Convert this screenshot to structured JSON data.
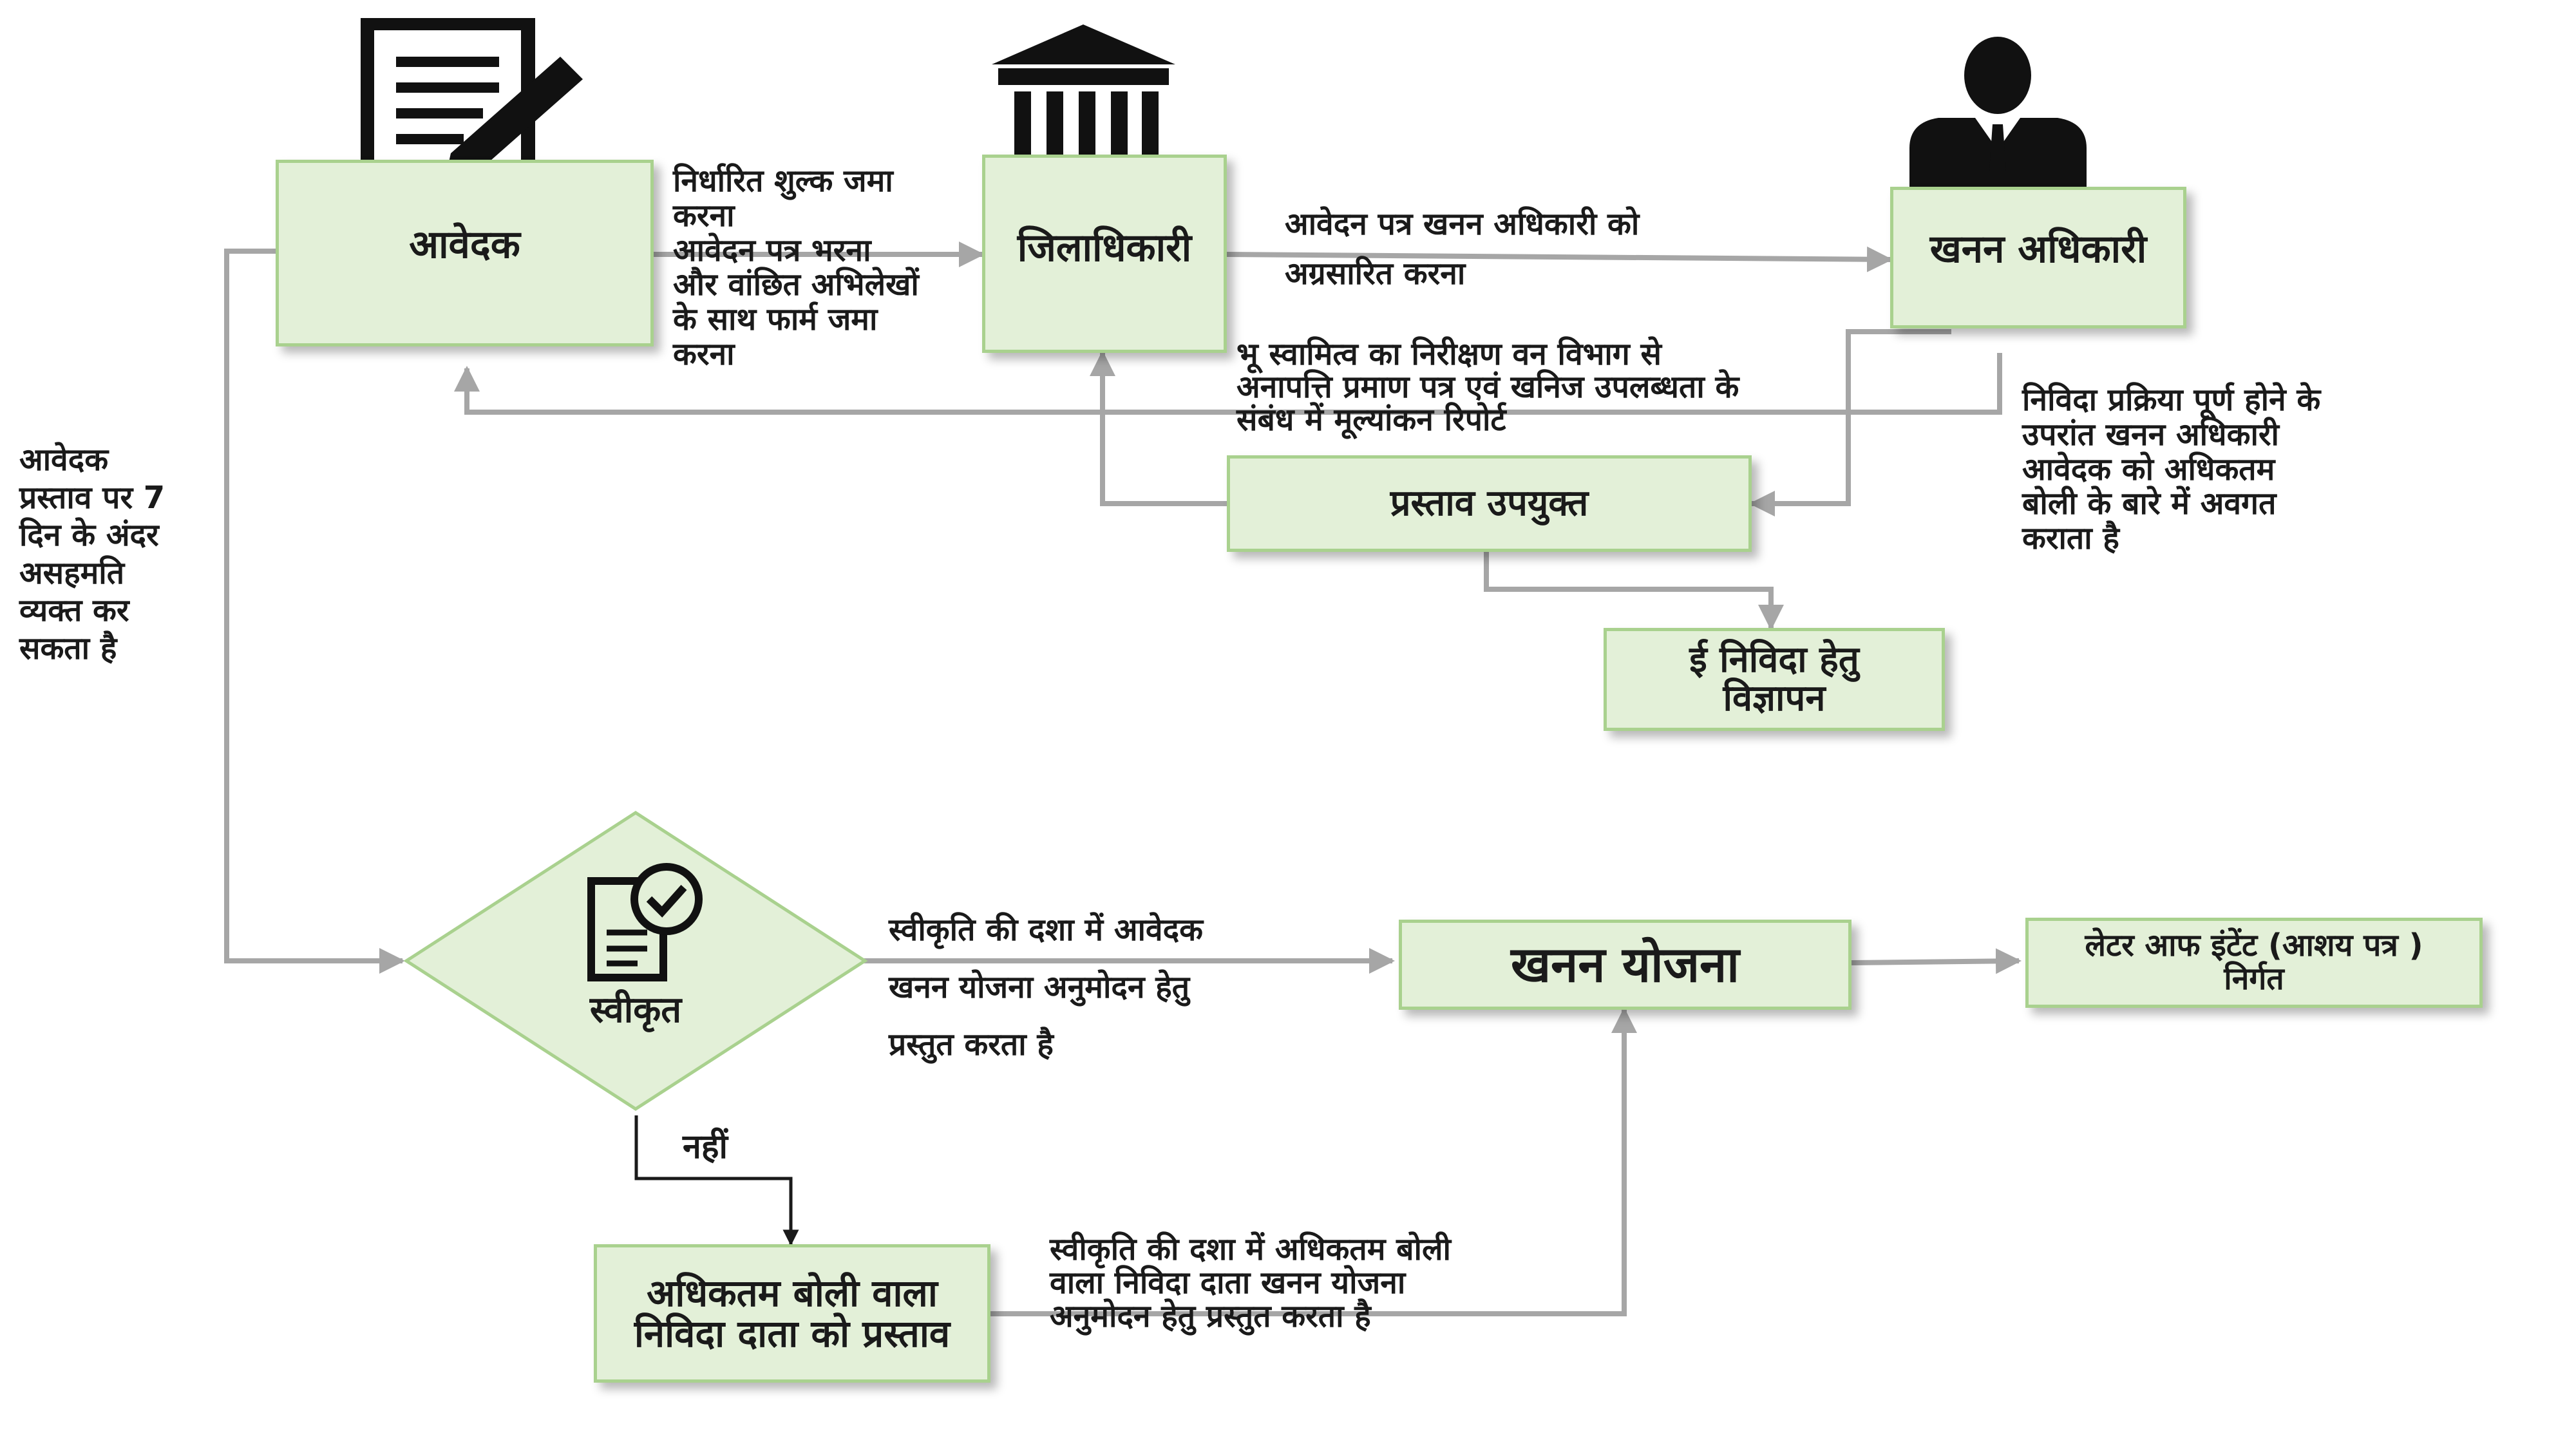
{
  "nodes": {
    "applicant": "आवेदक",
    "district_magistrate": "जिलाधिकारी",
    "mining_officer": "खनन अधिकारी",
    "proposal_suitable": "प्रस्ताव उपयुक्त",
    "e_tender_ad": "ई निविदा हेतु\nविज्ञापन",
    "approved": "स्वीकृत",
    "mining_plan": "खनन योजना",
    "letter_of_intent": "लेटर आफ इंटेंट (आशय पत्र )\nनिर्गत",
    "highest_bidder": "अधिकतम बोली वाला\nनिविदा दाता को प्रस्ताव"
  },
  "edges": {
    "applicant_to_dm": "निर्धारित शुल्क जमा\nकरना\nआवेदन पत्र भरना\nऔर वांछित अभिलेखों\nके साथ फार्म जमा\nकरना",
    "dm_to_mining": "आवेदन पत्र खनन अधिकारी को\nअग्रसारित करना",
    "inspection_report": "भू स्वामित्व का निरीक्षण वन विभाग से\nअनापत्ति प्रमाण पत्र एवं खनिज उपलब्धता के\nसंबंध में मूल्यांकन रिपोर्ट",
    "tender_complete": "निविदा प्रक्रिया पूर्ण होने के\nउपरांत खनन अधिकारी\nआवेदक को  अधिकतम\nबोली के बारे में अवगत\nकराता है",
    "disagreement": "आवेदक\nप्रस्ताव पर 7\nदिन के अंदर\nअसहमति\nव्यक्त कर\nसकता है",
    "approved_to_plan": "स्वीकृति की दशा में आवेदक\nखनन योजना अनुमोदन हेतु\nप्रस्तुत करता है",
    "no": "नहीं",
    "bidder_to_plan": "स्वीकृति की दशा में अधिकतम बोली\nवाला  निविदा दाता खनन योजना\nअनुमोदन हेतु प्रस्तुत करता है"
  },
  "icons": [
    "document-pen-icon",
    "government-building-icon",
    "officer-person-icon",
    "approved-document-icon"
  ],
  "colors": {
    "box_fill": "#e3f0d8",
    "box_border": "#a9d18e",
    "arrow_gray": "#a6a6a6",
    "arrow_dark": "#1a1a1a"
  }
}
